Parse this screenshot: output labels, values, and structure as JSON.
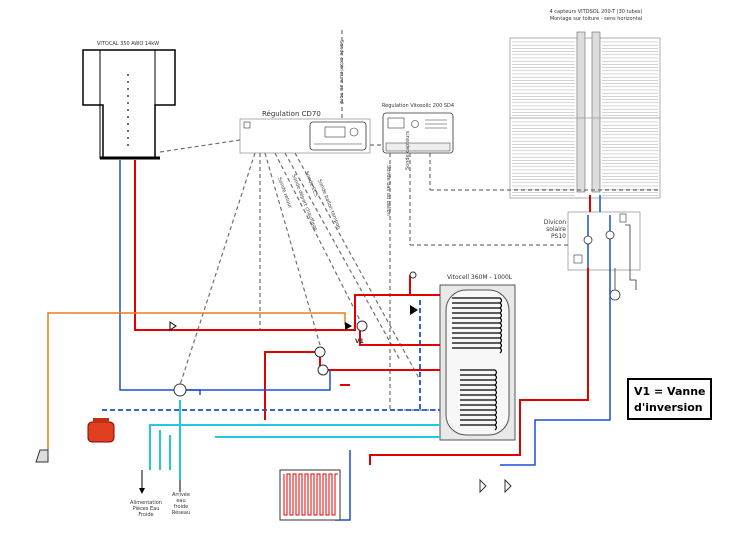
{
  "heatpump": {
    "label": "VITOCAL 350 AWO 14kW"
  },
  "regulation_cd70": {
    "label": "Régulation CD70"
  },
  "regulation_vitosolic": {
    "label": "Régulation Vitosolic 200 SD4"
  },
  "collectors": {
    "line1": "4 capteurs VITOSOL 200-T (30 tubes)",
    "line2": "Montage sur toiture - sens horizontal"
  },
  "divicon": {
    "line1": "Divicon",
    "line2": "solaire",
    "line3": "PS10"
  },
  "tank": {
    "label": "Vitocell 360M - 1000L"
  },
  "valve": {
    "label": "V1"
  },
  "legend": {
    "line1": "V1 = Vanne",
    "line2": "d'inversion"
  },
  "water": {
    "alimentation": [
      "Alimentation",
      "Pièces Eau",
      "Froide"
    ],
    "arrivee": [
      "Arrivée",
      "eau",
      "froide",
      "Réseau"
    ]
  },
  "sensors": {
    "outdoor": "Sonde extérieure au nord",
    "collector": "Sonde capteurs",
    "boiler": "Sonde bas du ballon",
    "ecs": "Sonde ECS",
    "heating": "Sonde départ chauffage",
    "buffer": "Sonde ballon tampon",
    "ret": "Sonde retour"
  },
  "colors": {
    "hot": "#e00000",
    "cold": "#1a4fd6",
    "domestic": "#22c8e0",
    "heating_out": "#f07a1a",
    "signal": "#707070"
  }
}
